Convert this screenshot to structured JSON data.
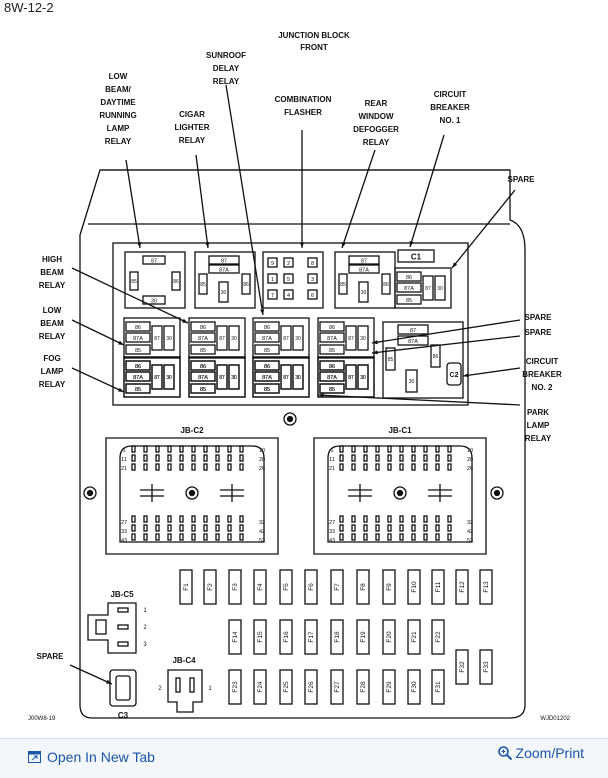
{
  "page_ref": "8W-12-2",
  "title_lines": [
    "JUNCTION BLOCK",
    "FRONT"
  ],
  "callouts": {
    "low_beam_drl": [
      "LOW",
      "BEAM/",
      "DAYTIME",
      "RUNNING",
      "LAMP",
      "RELAY"
    ],
    "cigar": [
      "CIGAR",
      "LIGHTER",
      "RELAY"
    ],
    "sunroof": [
      "SUNROOF",
      "DELAY",
      "RELAY"
    ],
    "combo": [
      "COMBINATION",
      "FLASHER"
    ],
    "rear_window": [
      "REAR",
      "WINDOW",
      "DEFOGGER",
      "RELAY"
    ],
    "cb1": [
      "CIRCUIT",
      "BREAKER",
      "NO. 1"
    ],
    "spare_top": [
      "SPARE"
    ],
    "high_beam": [
      "HIGH",
      "BEAM",
      "RELAY"
    ],
    "low_beam": [
      "LOW",
      "BEAM",
      "RELAY"
    ],
    "fog": [
      "FOG",
      "LAMP",
      "RELAY"
    ],
    "spare_r1": [
      "SPARE"
    ],
    "spare_r2": [
      "SPARE"
    ],
    "cb2": [
      "CIRCUIT",
      "BREAKER",
      "NO. 2"
    ],
    "park": [
      "PARK",
      "LAMP",
      "RELAY"
    ],
    "spare_bottom": [
      "SPARE"
    ]
  },
  "relay_pins": {
    "p87": "87",
    "p87a": "87A",
    "p85": "85",
    "p86": "86",
    "p30": "30",
    "p9": "9",
    "p2": "2",
    "p8": "8",
    "p1": "1",
    "p5": "5",
    "p3": "3",
    "p7": "7",
    "p4": "4",
    "p6": "6"
  },
  "breakers": {
    "cb1": "C1",
    "cb2": "C2"
  },
  "connectors": {
    "jbc2": "JB-C2",
    "jbc1": "JB-C1",
    "jbc5": "JB-C5",
    "jbc4": "JB-C4",
    "c3": "C3",
    "rows_left": [
      "1",
      "11",
      "21",
      "27",
      "33",
      "43"
    ],
    "rows_right_c2": [
      "10",
      "20",
      "26",
      "32",
      "42",
      "52"
    ],
    "rows_right_c1": [
      "10",
      "20",
      "26",
      "32",
      "42",
      "52"
    ],
    "c5_pins": [
      "1",
      "2",
      "3"
    ],
    "c4_pins": [
      "2",
      "1"
    ]
  },
  "fuses_row1": [
    "F1",
    "F2",
    "F3",
    "F4",
    "F5",
    "F6",
    "F7",
    "F8",
    "F9",
    "F10",
    "F11",
    "F12",
    "F13"
  ],
  "fuses_row2": [
    "F14",
    "F15",
    "F16",
    "F17",
    "F18",
    "F19",
    "F20",
    "F21",
    "F22",
    "F32",
    "F33"
  ],
  "fuses_row3": [
    "F23",
    "F24",
    "F25",
    "F26",
    "F27",
    "F28",
    "F29",
    "F30",
    "F31"
  ],
  "codes": {
    "left": "J00W8-19",
    "right": "WJD01202"
  },
  "toolbar": {
    "open_tab": "Open In New Tab",
    "zoom": "Zoom/Print"
  },
  "icons": {
    "open_tab": "external-window-icon",
    "zoom": "magnifier-icon"
  },
  "colors": {
    "line": "#111111",
    "link": "#1a56a6",
    "toolbar_bg": "#f3f6fb"
  }
}
